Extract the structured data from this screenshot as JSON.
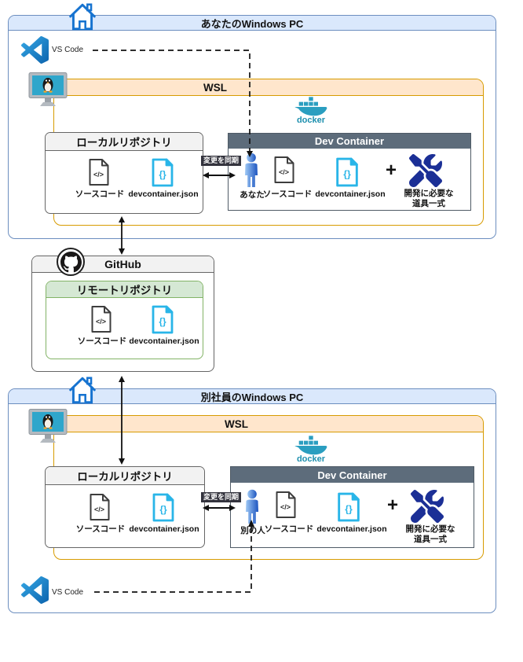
{
  "glyphs": {
    "source_code": "</>",
    "json_braces": "{}",
    "plus": "+"
  },
  "colors": {
    "pc_border": "#6c8ebf",
    "pc_header_fill": "#dae8fc",
    "wsl_border": "#d79b00",
    "wsl_header_fill": "#ffe6cc",
    "repo_border": "#666666",
    "repo_header_fill": "#f2f2f2",
    "devcontainer_header_fill": "#5d6c7b",
    "remote_border": "#82b366",
    "remote_header_fill": "#d5e8d4",
    "sync_label_bg": "#33333d",
    "json_icon_cyan": "#29b5e8",
    "tools_icon_navy": "#1b2f96",
    "docker_teal": "#2a9ec0",
    "vscode_blue": "#1277c3",
    "person_blue": "#1d55c0",
    "home_blue": "#1673d0",
    "arrow_black": "#111111"
  },
  "pc1": {
    "title": "あなたのWindows PC",
    "vscode_label": "VS Code",
    "wsl_title": "WSL",
    "docker_label": "docker",
    "local_repo": {
      "title": "ローカルリポジトリ",
      "source_label": "ソースコード",
      "devjson_label": "devcontainer.json"
    },
    "sync_label": "変更を同期",
    "dev_container": {
      "title": "Dev Container",
      "person_label": "あなた",
      "source_label": "ソースコード",
      "devjson_label": "devcontainer.json",
      "tools_label_line1": "開発に必要な",
      "tools_label_line2": "道具一式"
    }
  },
  "github": {
    "title": "GitHub",
    "remote_repo": {
      "title": "リモートリポジトリ",
      "source_label": "ソースコード",
      "devjson_label": "devcontainer.json"
    }
  },
  "pc2": {
    "title": "別社員のWindows PC",
    "vscode_label": "VS Code",
    "wsl_title": "WSL",
    "docker_label": "docker",
    "local_repo": {
      "title": "ローカルリポジトリ",
      "source_label": "ソースコード",
      "devjson_label": "devcontainer.json"
    },
    "sync_label": "変更を同期",
    "dev_container": {
      "title": "Dev Container",
      "person_label": "別の人",
      "source_label": "ソースコード",
      "devjson_label": "devcontainer.json",
      "tools_label_line1": "開発に必要な",
      "tools_label_line2": "道具一式"
    }
  }
}
